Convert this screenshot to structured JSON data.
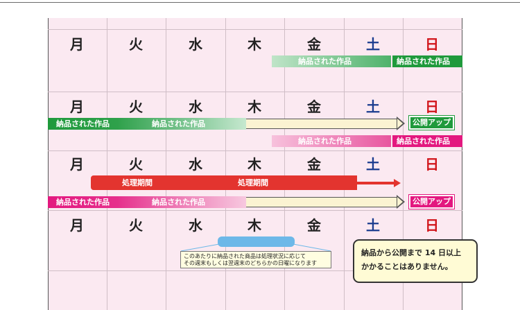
{
  "days": [
    "月",
    "火",
    "水",
    "木",
    "金",
    "土",
    "日"
  ],
  "labels": {
    "delivered": "納品された作品",
    "processing": "処理期間",
    "publish": "公開アップ"
  },
  "note": {
    "line1": "このあたりに納品された商品は処理状況に応じて",
    "line2": "その週末もしくは翌週末のどちらかの日曜になります"
  },
  "callout": {
    "line1": "納品から公開まで 14 日以上",
    "line2": "かかることはありません。"
  },
  "colors": {
    "calendar_bg": "#fbe9f1",
    "green": "#1f9a3c",
    "light_green": "#a8d8b4",
    "pink": "#e3187f",
    "light_pink": "#f3a6cc",
    "red": "#e3342f",
    "saturday": "#1a3c8f",
    "sunday": "#d1141a"
  }
}
